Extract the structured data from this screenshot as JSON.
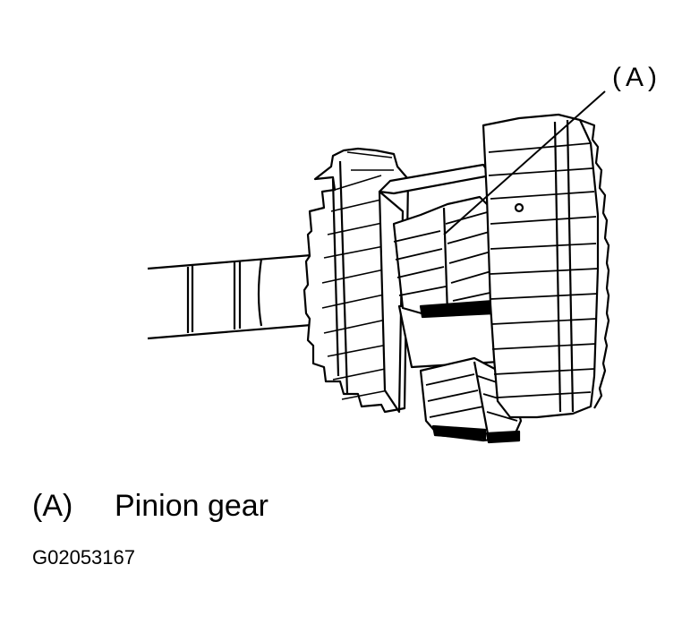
{
  "callout": {
    "label": "(A)"
  },
  "legend": {
    "items": [
      {
        "key": "(A)",
        "text": "Pinion gear"
      }
    ]
  },
  "figure_id": "G02053167",
  "colors": {
    "ink": "#000000",
    "paper": "#ffffff"
  }
}
